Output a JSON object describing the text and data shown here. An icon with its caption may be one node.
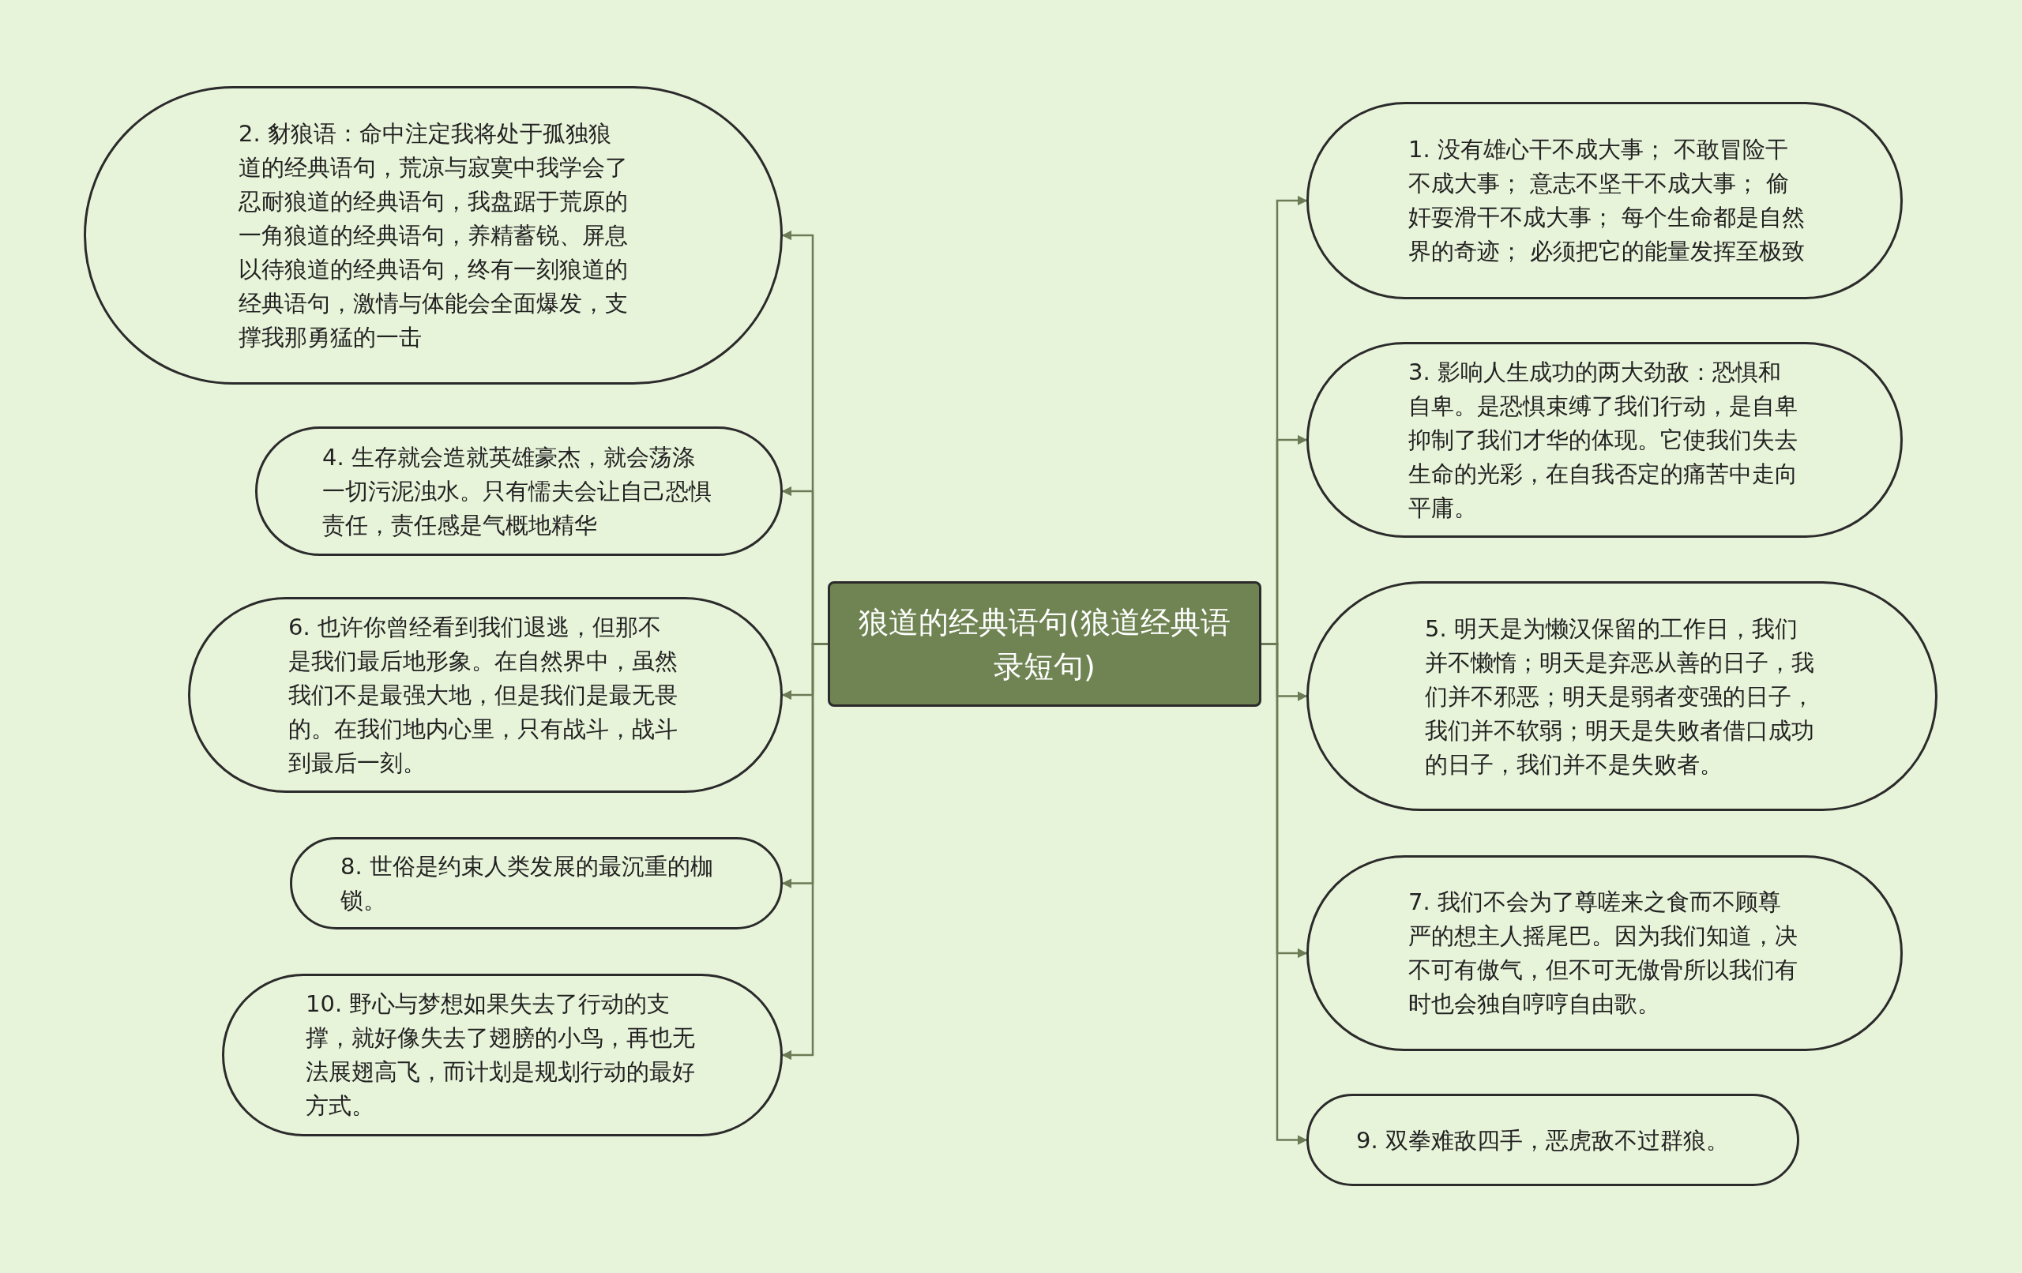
{
  "diagram": {
    "nodes": [
      {
        "text": [
          "狼道的经典语句(狼道经典语录短句)"
        ]
      },
      {
        "text": [
          "1. 没有雄心干不成大事； 不敢冒险干不成大事； 意志不坚干不成大事； 偷奸耍滑干不成大事； 每个生命都是自然界的奇迹； 必须把它的能量发挥至极致"
        ]
      },
      {
        "text": [
          "2. 豺狼语：命中注定我将处于孤独狼道的经典语句，荒凉与寂寞中我学会了忍耐狼道的经典语句，我盘踞于荒原的一角狼道的经典语句，养精蓄锐、屏息以待狼道的经典语句，终有一刻狼道的经典语句，激情与体能会全面爆发，支撑我那勇猛的一击"
        ]
      },
      {
        "text": [
          "3. 影响人生成功的两大劲敌：恐惧和自卑。是恐惧束缚了我们行动，是自卑抑制了我们才华的体现。它使我们失去生命的光彩，在自我否定的痛苦中走向平庸。"
        ]
      },
      {
        "text": [
          "4. 生存就会造就英雄豪杰，就会荡涤一切污泥浊水。只有懦夫会让自己恐惧责任，责任感是气概地精华"
        ]
      },
      {
        "text": [
          "5. 明天是为懒汉保留的工作日，我们并不懒惰；明天是弃恶从善的日子，我们并不邪恶；明天是弱者变强的日子，我们并不软弱；明天是失败者借口成功的日子，我们并不是失败者。"
        ]
      },
      {
        "text": [
          "6. 也许你曾经看到我们退逃，但那不是我们最后地形象。在自然界中，虽然我们不是最强大地，但是我们是最无畏的。在我们地内心里，只有战斗，战斗到最后一刻。"
        ]
      },
      {
        "text": [
          "7. 我们不会为了尊嗟来之食而不顾尊严的想主人摇尾巴。因为我们知道，决不可有傲气，但不可无傲骨所以我们有时也会独自哼哼自由歌。"
        ]
      },
      {
        "text": [
          "8. 世俗是约束人类发展的最沉重的枷锁。"
        ]
      },
      {
        "text": [
          "9. 双拳难敌四手，恶虎敌不过群狼。"
        ]
      },
      {
        "text": [
          "10. 野心与梦想如果失去了行动的支撑，就好像失去了翅膀的小鸟，再也无法展翅高飞，而计划是规划行动的最好方式。"
        ]
      }
    ],
    "edges": [
      {
        "from": 0,
        "to": 1,
        "arrow": "to"
      },
      {
        "from": 0,
        "to": 2,
        "arrow": "to"
      },
      {
        "from": 0,
        "to": 3,
        "arrow": "to"
      },
      {
        "from": 0,
        "to": 4,
        "arrow": "to"
      },
      {
        "from": 0,
        "to": 5,
        "arrow": "to"
      },
      {
        "from": 0,
        "to": 6,
        "arrow": "to"
      },
      {
        "from": 0,
        "to": 7,
        "arrow": "to"
      },
      {
        "from": 0,
        "to": 8,
        "arrow": "to"
      },
      {
        "from": 0,
        "to": 9,
        "arrow": "to"
      },
      {
        "from": 0,
        "to": 10,
        "arrow": "to"
      }
    ]
  }
}
